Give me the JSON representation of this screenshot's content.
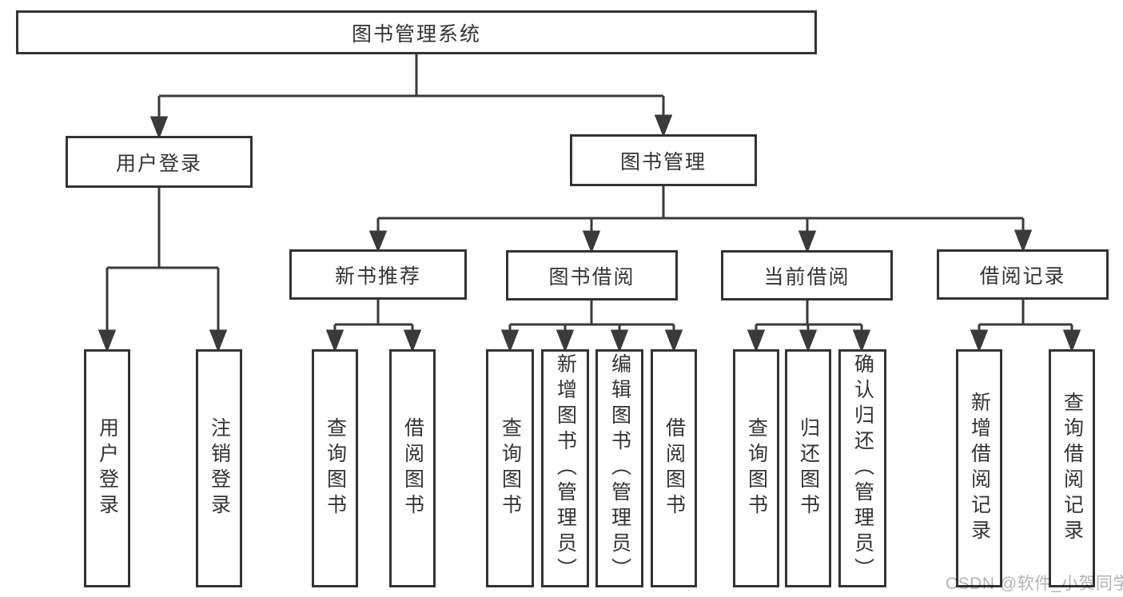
{
  "diagram": {
    "root": {
      "label": "图书管理系统"
    },
    "branches": {
      "user_login": {
        "label": "用户登录",
        "children": [
          {
            "label": "用户登录"
          },
          {
            "label": "注销登录"
          }
        ]
      },
      "book_management": {
        "label": "图书管理",
        "sections": [
          {
            "label": "新书推荐",
            "children": [
              {
                "label": "查询图书"
              },
              {
                "label": "借阅图书"
              }
            ]
          },
          {
            "label": "图书借阅",
            "children": [
              {
                "label": "查询图书"
              },
              {
                "label": "新增图书（管理员）"
              },
              {
                "label": "编辑图书（管理员）"
              },
              {
                "label": "借阅图书"
              }
            ]
          },
          {
            "label": "当前借阅",
            "children": [
              {
                "label": "查询图书"
              },
              {
                "label": "归还图书"
              },
              {
                "label": "确认归还（管理员）"
              }
            ]
          },
          {
            "label": "借阅记录",
            "children": [
              {
                "label": "新增借阅记录"
              },
              {
                "label": "查询借阅记录"
              }
            ]
          }
        ]
      }
    },
    "watermark": "CSDN @软件_小贺同学",
    "colors": {
      "line": "#3a3a3a",
      "border": "#333333",
      "text": "#333333",
      "watermark": "#b3b3b3",
      "background": "#ffffff"
    }
  }
}
